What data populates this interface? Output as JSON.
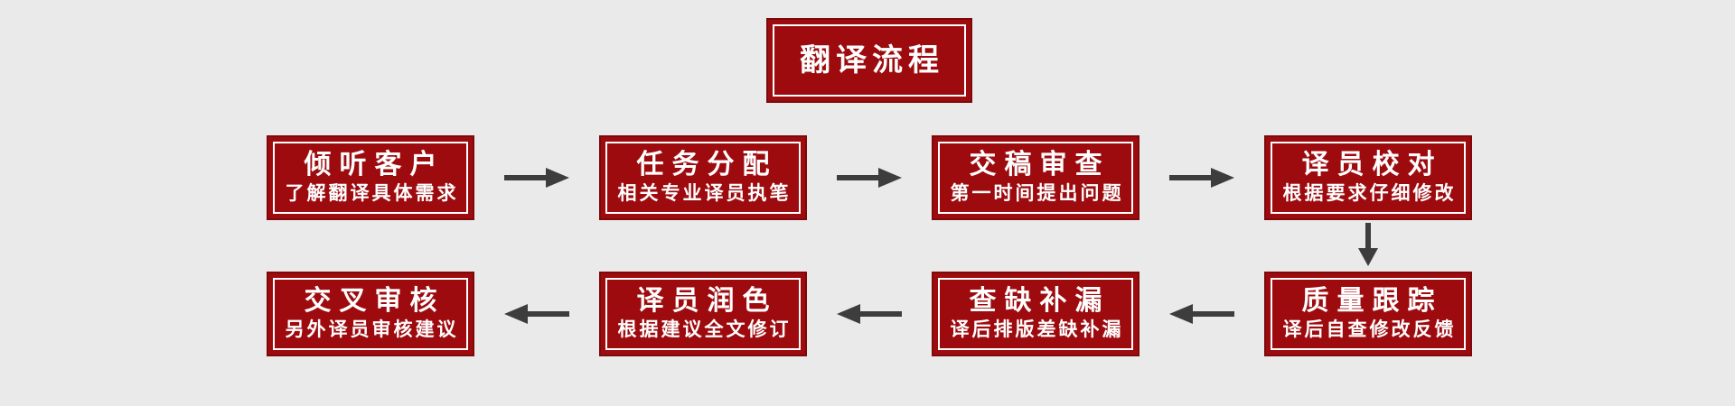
{
  "colors": {
    "box_fill": "#9e0b0f",
    "box_border": "#7d090b",
    "inner_border": "#ffffff",
    "arrow": "#3d3d3d",
    "text": "#ffffff",
    "page_bg": "#eaeaea"
  },
  "title": {
    "label": "翻译流程"
  },
  "rows": [
    {
      "direction": "right",
      "nodes": [
        {
          "title": "倾听客户",
          "subtitle": "了解翻译具体需求"
        },
        {
          "title": "任务分配",
          "subtitle": "相关专业译员执笔"
        },
        {
          "title": "交稿审查",
          "subtitle": "第一时间提出问题"
        },
        {
          "title": "译员校对",
          "subtitle": "根据要求仔细修改"
        }
      ]
    },
    {
      "direction": "left",
      "nodes": [
        {
          "title": "交叉审核",
          "subtitle": "另外译员审核建议"
        },
        {
          "title": "译员润色",
          "subtitle": "根据建议全文修订"
        },
        {
          "title": "查缺补漏",
          "subtitle": "译后排版差缺补漏"
        },
        {
          "title": "质量跟踪",
          "subtitle": "译后自查修改反馈"
        }
      ]
    }
  ]
}
